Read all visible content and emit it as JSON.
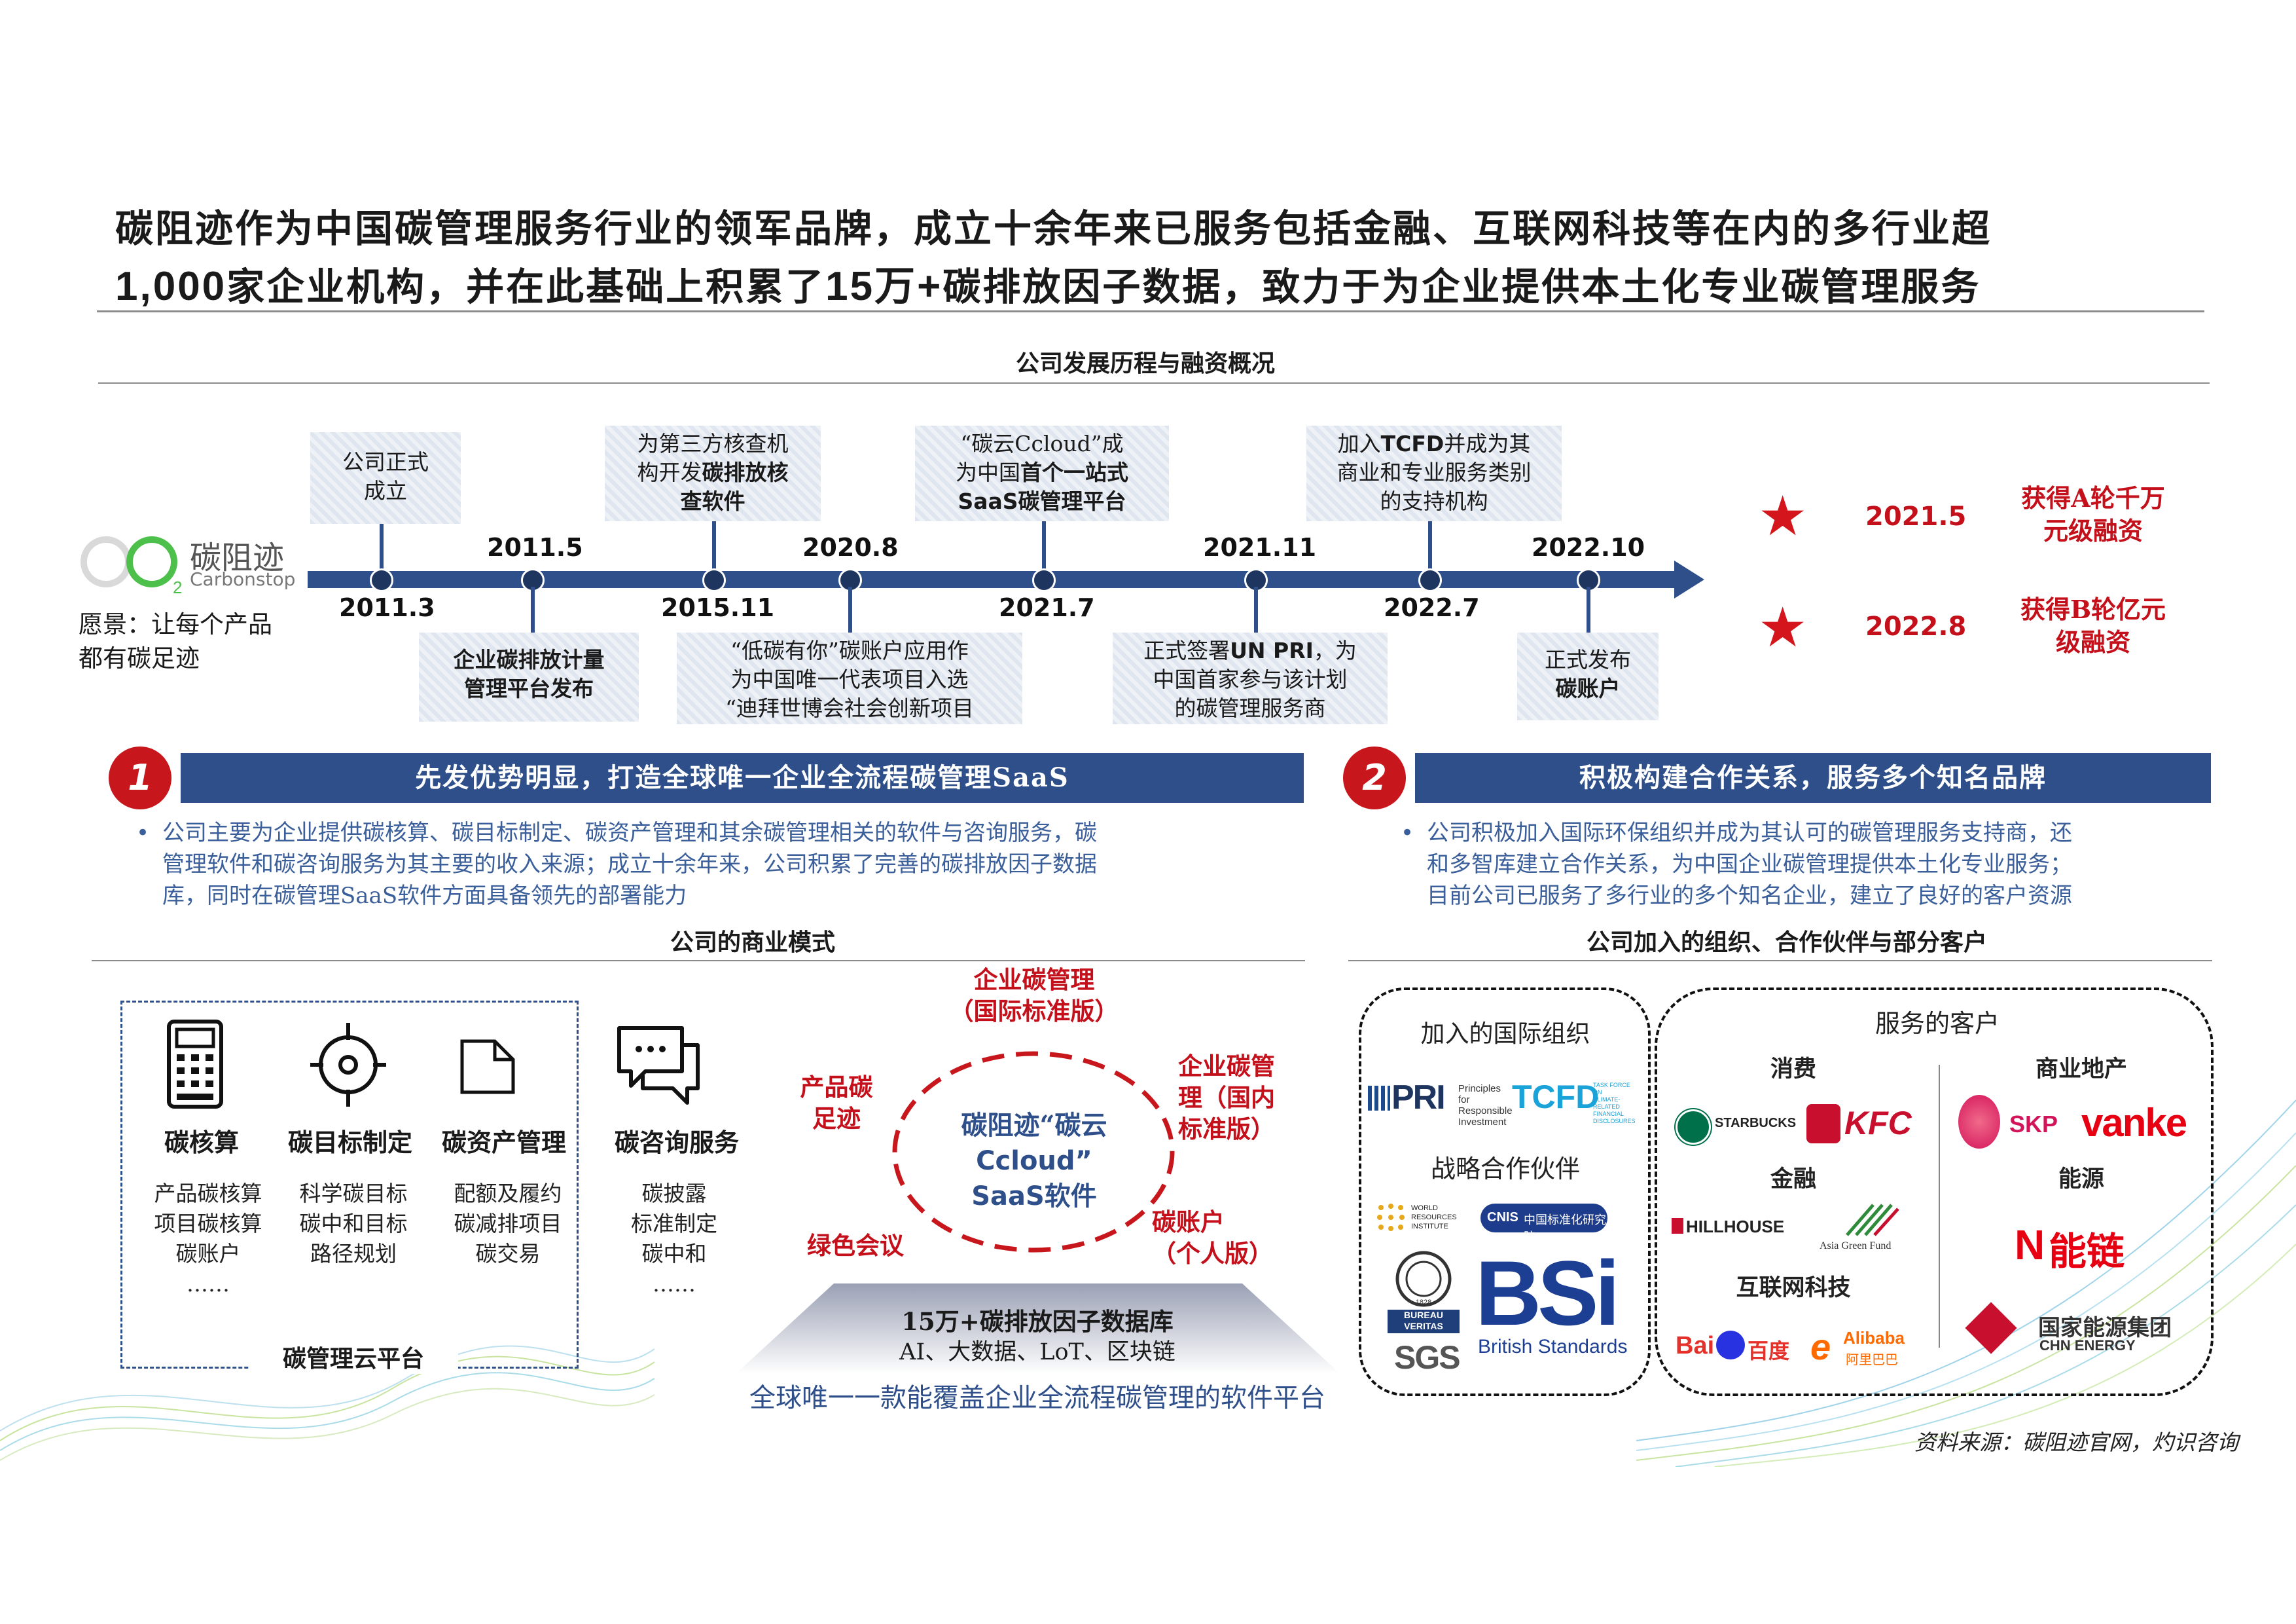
{
  "header": {
    "title_line1": "碳阻迹作为中国碳管理服务行业的领军品牌，成立十余年来已服务包括金融、互联网科技等在内的多行业超",
    "title_line2_a": "1,000",
    "title_line2_b": "家企业机构，并在此基础上积累了",
    "title_line2_c": "15万+",
    "title_line2_d": "碳排放因子数据，致力于为企业提供本土化专业碳管理服务"
  },
  "timeline": {
    "section_title": "公司发展历程与融资概况",
    "logo_cn": "碳阻迹",
    "logo_en": "Carbonstop",
    "vision_line1": "愿景：让每个产品",
    "vision_line2": "都有碳足迹",
    "above": [
      {
        "year": "2011.5"
      },
      {
        "year": "2020.8"
      },
      {
        "year": "2021.11"
      },
      {
        "year": "2022.10"
      }
    ],
    "below": [
      {
        "year": "2011.3"
      },
      {
        "year": "2015.11"
      },
      {
        "year": "2021.7"
      },
      {
        "year": "2022.7"
      }
    ],
    "notes": {
      "n2011_3_l1": "公司正式",
      "n2011_3_l2": "成立",
      "n2015_11_l1": "为第三方核查机",
      "n2015_11_l2a": "构开发",
      "n2015_11_l2b": "碳排放核",
      "n2015_11_l3": "查软件",
      "n2021_7_l1": "“碳云Ccloud”成",
      "n2021_7_l2a": "为中国",
      "n2021_7_l2b": "首个一站式",
      "n2021_7_l3": "SaaS碳管理平台",
      "n2022_7_l1a": "加入",
      "n2022_7_l1b": "TCFD",
      "n2022_7_l1c": "并成为其",
      "n2022_7_l2": "商业和专业服务类别",
      "n2022_7_l3": "的支持机构",
      "n2011_5_l1": "企业碳排放计量",
      "n2011_5_l2": "管理平台发布",
      "n2020_8_l1": "“低碳有你”碳账户应用作",
      "n2020_8_l2": "为中国唯一代表项目入选",
      "n2020_8_l3": "“迪拜世博会社会创新项目",
      "n2021_11_l1a": "正式签署",
      "n2021_11_l1b": "UN PRI",
      "n2021_11_l1c": "，为",
      "n2021_11_l2": "中国首家参与该计划",
      "n2021_11_l3": "的碳管理服务商",
      "n2022_10_l1": "正式发布",
      "n2022_10_l2": "碳账户"
    },
    "funding": [
      {
        "year": "2021.5",
        "text_l1": "获得A轮千万",
        "text_l2": "元级融资"
      },
      {
        "year": "2022.8",
        "text_l1": "获得B轮亿元",
        "text_l2": "级融资"
      }
    ]
  },
  "section1": {
    "badge": "1",
    "bar_title": "先发优势明显，打造全球唯一企业全流程碳管理SaaS",
    "bullet_l1": "公司主要为企业提供碳核算、碳目标制定、碳资产管理和其余碳管理相关的软件与咨询服务，碳",
    "bullet_l2": "管理软件和碳咨询服务为其主要的收入来源；成立十余年来，公司积累了完善的碳排放因子数据",
    "bullet_l3": "库，同时在碳管理SaaS软件方面具备领先的部署能力",
    "sub_title": "公司的商业模式",
    "icons": [
      {
        "label": "碳核算",
        "d1": "产品碳核算",
        "d2": "项目碳核算",
        "d3": "碳账户",
        "d4": "……"
      },
      {
        "label": "碳目标制定",
        "d1": "科学碳目标",
        "d2": "碳中和目标",
        "d3": "路径规划"
      },
      {
        "label": "碳资产管理",
        "d1": "配额及履约",
        "d2": "碳减排项目",
        "d3": "碳交易"
      },
      {
        "label": "碳咨询服务",
        "d1": "碳披露",
        "d2": "标准制定",
        "d3": "碳中和",
        "d4": "……"
      }
    ],
    "platform_label": "碳管理云平台",
    "ring_top_l1": "企业碳管理",
    "ring_top_l2": "（国际标准版）",
    "ring_left_l1": "产品碳",
    "ring_left_l2": "足迹",
    "ring_right_l1": "企业碳管",
    "ring_right_l2": "理（国内",
    "ring_right_l3": "标准版）",
    "ring_bl": "绿色会议",
    "ring_br_l1": "碳账户",
    "ring_br_l2": "（个人版）",
    "ring_center_l1": "碳阻迹“碳云",
    "ring_center_l2": "Ccloud”",
    "ring_center_l3": "SaaS软件",
    "db_l1": "15万+碳排放因子数据库",
    "db_l2": "AI、大数据、LoT、区块链",
    "caption": "全球唯一一款能覆盖企业全流程碳管理的软件平台"
  },
  "section2": {
    "badge": "2",
    "bar_title": "积极构建合作关系，服务多个知名品牌",
    "bullet_l1": "公司积极加入国际环保组织并成为其认可的碳管理服务支持商，还",
    "bullet_l2": "和多智库建立合作关系，为中国企业碳管理提供本土化专业服务；",
    "bullet_l3": "目前公司已服务了多行业的多个知名企业，建立了良好的客户资源",
    "sub_title": "公司加入的组织、合作伙伴与部分客户",
    "org_title": "加入的国际组织",
    "partner_title": "战略合作伙伴",
    "client_title": "服务的客户",
    "cat_consume": "消费",
    "cat_finance": "金融",
    "cat_internet": "互联网科技",
    "cat_realestate": "商业地产",
    "cat_energy": "能源",
    "logos": {
      "pri": "PRI",
      "pri_sub1": "Principles for",
      "pri_sub2": "Responsible",
      "pri_sub3": "Investment",
      "tcfd": "TCFD",
      "tcfd_sub1": "TASK FORCE ON",
      "tcfd_sub2": "CLIMATE-RELATED",
      "tcfd_sub3": "FINANCIAL",
      "tcfd_sub4": "DISCLOSURES",
      "wri_l1": "WORLD",
      "wri_l2": "RESOURCES",
      "wri_l3": "INSTITUTE",
      "cnis": "CNIS",
      "cnis_sub": "中国标准化研究院",
      "bv_l1": "BUREAU",
      "bv_l2": "VERITAS",
      "bv_year": "1828",
      "sgs": "SGS",
      "bsi": "BSi",
      "bsi_sub": "British Standards",
      "starbucks": "STARBUCKS",
      "kfc": "KFC",
      "hillhouse": "HILLHOUSE",
      "agf": "Asia Green Fund",
      "baidu_a": "Bai",
      "baidu_b": "百度",
      "alibaba": "Alibaba",
      "alibaba_cn": "阿里巴巴",
      "skp": "SKP",
      "vanke": "vanke",
      "nengliang": "能链",
      "chn_cn": "国家能源集团",
      "chn_en": "CHN ENERGY"
    }
  },
  "footer": {
    "source": "资料来源：碳阻迹官网，灼识咨询"
  }
}
